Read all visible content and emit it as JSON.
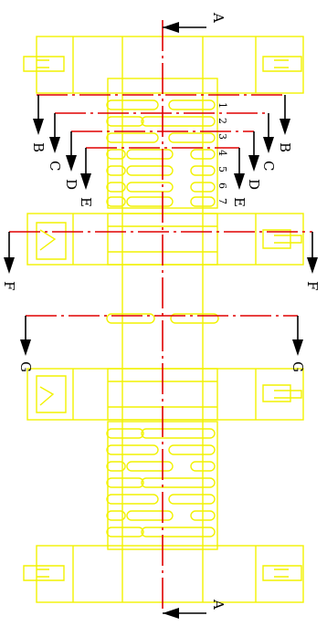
{
  "colors": {
    "background": "#ffffff",
    "outline": "#f2f200",
    "section_line": "#e00000",
    "arrow": "#000000"
  },
  "diagram": {
    "section_labels": {
      "a_top": "A",
      "a_bottom": "A",
      "b_left": "B",
      "b_right": "B",
      "c_left": "C",
      "c_right": "C",
      "d_left": "D",
      "d_right": "D",
      "e_left": "E",
      "e_right": "E",
      "f_left": "F",
      "f_right": "F",
      "g_left": "G",
      "g_right": "G"
    },
    "slot_numbers": [
      "1",
      "2",
      "3",
      "4",
      "5",
      "6",
      "7"
    ]
  }
}
